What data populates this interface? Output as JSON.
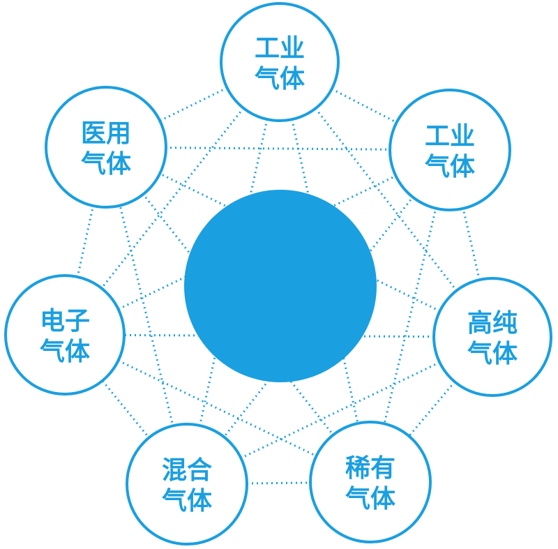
{
  "colors": {
    "accent": "#1a9fe0",
    "node_fill": "#ffffff",
    "center_fill": "#1a9fe0",
    "connector": "#1a9fe0"
  },
  "diagram": {
    "type": "hub-network",
    "center": {
      "label": ""
    },
    "nodes": [
      {
        "id": "industrial-gas-top",
        "line1": "工业",
        "line2": "气体"
      },
      {
        "id": "industrial-gas-upper-right",
        "line1": "工业",
        "line2": "气体"
      },
      {
        "id": "high-purity-gas",
        "line1": "高纯",
        "line2": "气体"
      },
      {
        "id": "rare-gas",
        "line1": "稀有",
        "line2": "气体"
      },
      {
        "id": "mixed-gas",
        "line1": "混合",
        "line2": "气体"
      },
      {
        "id": "electronic-gas",
        "line1": "电子",
        "line2": "气体"
      },
      {
        "id": "medical-gas",
        "line1": "医用",
        "line2": "气体"
      }
    ]
  }
}
